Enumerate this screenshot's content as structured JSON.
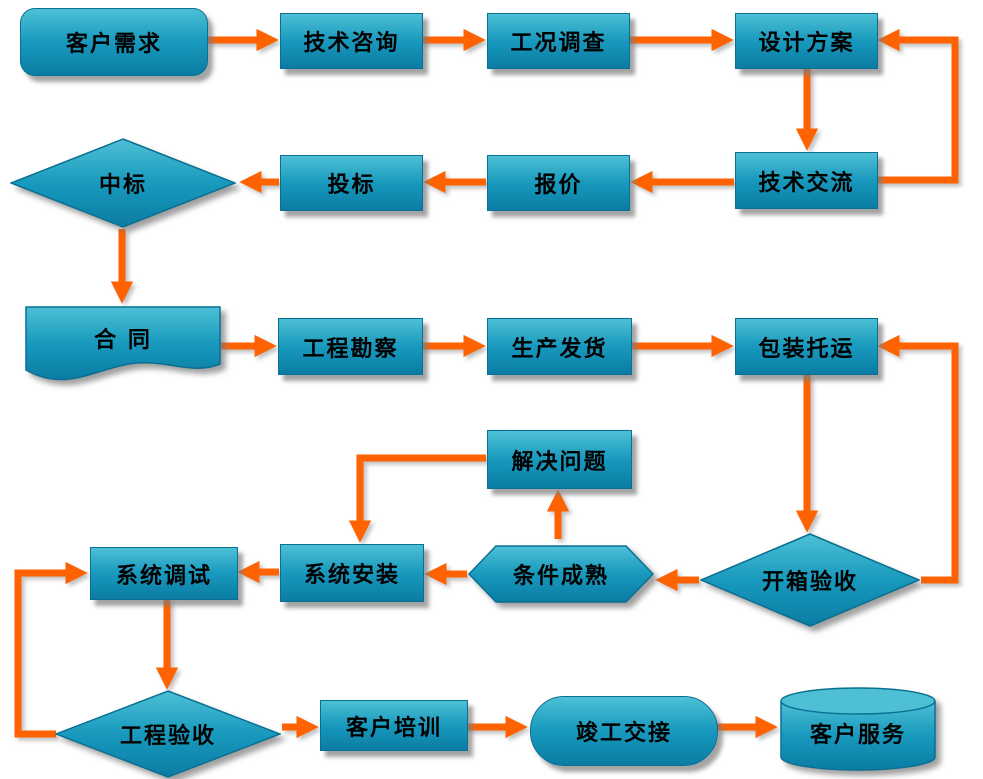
{
  "diagram": {
    "background_color": "#ffffff",
    "shape_fill_top": "#4ec0d6",
    "shape_fill_bottom": "#0b7ca4",
    "shape_border_color": "#0a7092",
    "arrow_color": "#ff6200",
    "nodes": [
      {
        "id": "customer-needs",
        "label": "客户需求",
        "shape": "rounded-rectangle"
      },
      {
        "id": "tech-consult",
        "label": "技术咨询",
        "shape": "rectangle"
      },
      {
        "id": "condition-survey",
        "label": "工况调查",
        "shape": "rectangle"
      },
      {
        "id": "design-plan",
        "label": "设计方案",
        "shape": "rectangle"
      },
      {
        "id": "win-bid",
        "label": "中标",
        "shape": "diamond"
      },
      {
        "id": "bid",
        "label": "投标",
        "shape": "rectangle"
      },
      {
        "id": "quote",
        "label": "报价",
        "shape": "rectangle"
      },
      {
        "id": "tech-exchange",
        "label": "技术交流",
        "shape": "rectangle"
      },
      {
        "id": "contract",
        "label": "合  同",
        "shape": "document"
      },
      {
        "id": "eng-survey",
        "label": "工程勘察",
        "shape": "rectangle"
      },
      {
        "id": "production-delivery",
        "label": "生产发货",
        "shape": "rectangle"
      },
      {
        "id": "packing-shipping",
        "label": "包装托运",
        "shape": "rectangle"
      },
      {
        "id": "solve-problem",
        "label": "解决问题",
        "shape": "rectangle"
      },
      {
        "id": "system-debug",
        "label": "系统调试",
        "shape": "rectangle"
      },
      {
        "id": "system-install",
        "label": "系统安装",
        "shape": "rectangle"
      },
      {
        "id": "condition-ready",
        "label": "条件成熟",
        "shape": "hexagon"
      },
      {
        "id": "unpack-inspect",
        "label": "开箱验收",
        "shape": "diamond"
      },
      {
        "id": "project-accept",
        "label": "工程验收",
        "shape": "diamond"
      },
      {
        "id": "customer-training",
        "label": "客户培训",
        "shape": "rectangle"
      },
      {
        "id": "completion-handover",
        "label": "竣工交接",
        "shape": "stadium"
      },
      {
        "id": "customer-service",
        "label": "客户服务",
        "shape": "cylinder"
      }
    ],
    "edges": [
      {
        "from": "customer-needs",
        "to": "tech-consult"
      },
      {
        "from": "tech-consult",
        "to": "condition-survey"
      },
      {
        "from": "condition-survey",
        "to": "design-plan"
      },
      {
        "from": "design-plan",
        "to": "tech-exchange"
      },
      {
        "from": "tech-exchange",
        "to": "design-plan"
      },
      {
        "from": "tech-exchange",
        "to": "quote"
      },
      {
        "from": "quote",
        "to": "bid"
      },
      {
        "from": "bid",
        "to": "win-bid"
      },
      {
        "from": "win-bid",
        "to": "contract"
      },
      {
        "from": "contract",
        "to": "eng-survey"
      },
      {
        "from": "eng-survey",
        "to": "production-delivery"
      },
      {
        "from": "production-delivery",
        "to": "packing-shipping"
      },
      {
        "from": "packing-shipping",
        "to": "unpack-inspect"
      },
      {
        "from": "unpack-inspect",
        "to": "packing-shipping"
      },
      {
        "from": "unpack-inspect",
        "to": "condition-ready"
      },
      {
        "from": "condition-ready",
        "to": "solve-problem"
      },
      {
        "from": "solve-problem",
        "to": "system-install"
      },
      {
        "from": "condition-ready",
        "to": "system-install"
      },
      {
        "from": "system-install",
        "to": "system-debug"
      },
      {
        "from": "system-debug",
        "to": "project-accept"
      },
      {
        "from": "project-accept",
        "to": "system-debug"
      },
      {
        "from": "project-accept",
        "to": "customer-training"
      },
      {
        "from": "customer-training",
        "to": "completion-handover"
      },
      {
        "from": "completion-handover",
        "to": "customer-service"
      }
    ]
  }
}
